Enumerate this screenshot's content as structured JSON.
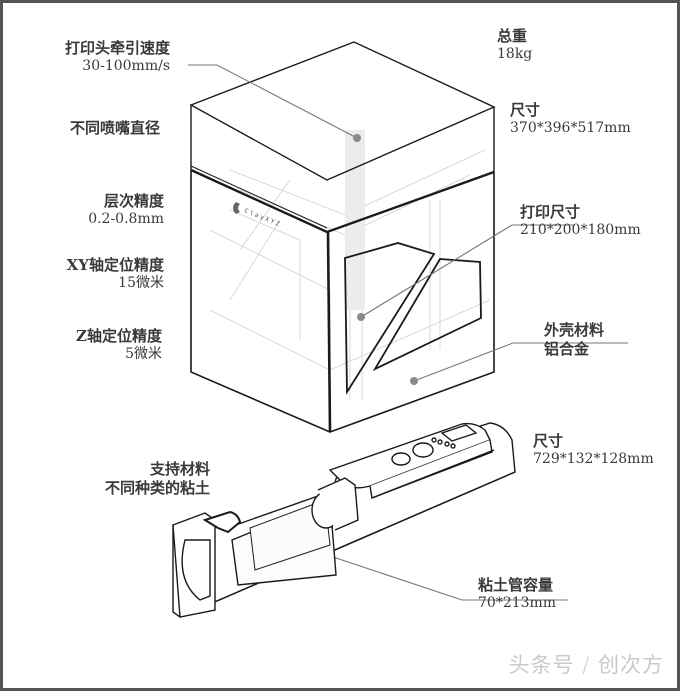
{
  "diagram": {
    "brand_logo": "ClayXYZ",
    "printer_specs": {
      "head_speed": {
        "title": "打印头牵引速度",
        "value": "30-100mm/s"
      },
      "nozzle": {
        "title": "不同喷嘴直径"
      },
      "layer_precision": {
        "title": "层次精度",
        "value": "0.2-0.8mm"
      },
      "xy_precision": {
        "title": "XY轴定位精度",
        "value": "15微米"
      },
      "z_precision": {
        "title": "Z轴定位精度",
        "value": "5微米"
      },
      "weight": {
        "title": "总重",
        "value": "18kg"
      },
      "size": {
        "title": "尺寸",
        "value": "370*396*517mm"
      },
      "print_size": {
        "title": "打印尺寸",
        "value": "210*200*180mm"
      },
      "shell": {
        "title": "外壳材料",
        "value": "铝合金"
      }
    },
    "extruder_specs": {
      "material": {
        "title": "支持材料",
        "value": "不同种类的粘土"
      },
      "size": {
        "title": "尺寸",
        "value": "729*132*128mm"
      },
      "tube": {
        "title": "粘土管容量",
        "value": "70*213mm"
      }
    },
    "watermark": "头条号 / 创次方",
    "colors": {
      "frame": "#555555",
      "line": "#222222",
      "leader": "#777777",
      "dot": "#8a8a8a",
      "text": "#3a3a3a"
    }
  }
}
